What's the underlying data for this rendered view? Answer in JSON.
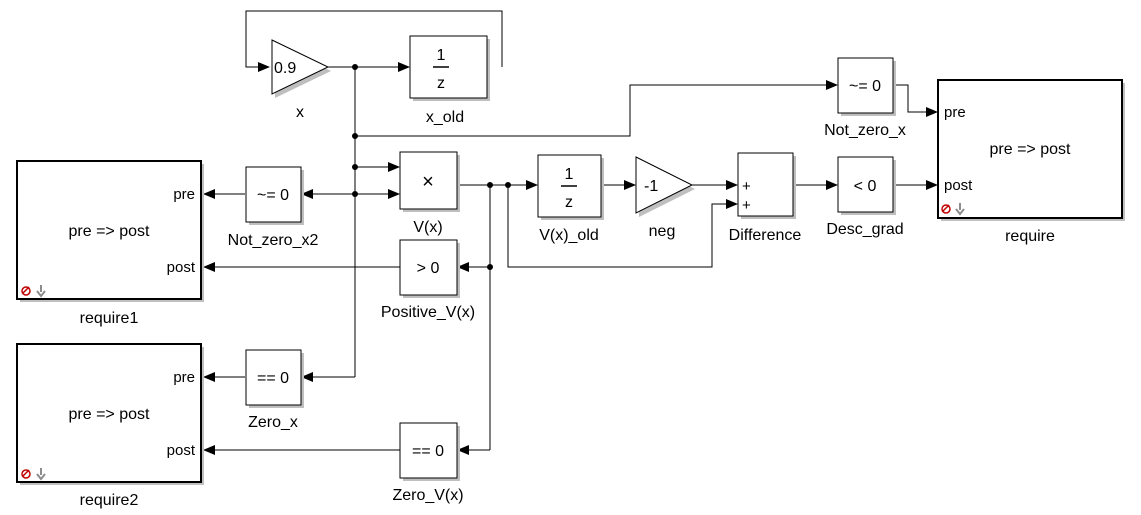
{
  "blocks": {
    "gain_x": {
      "value": "0.9",
      "label": "x"
    },
    "delay_x_old": {
      "numerator": "1",
      "denominator": "z",
      "label": "x_old"
    },
    "product_vx": {
      "symbol": "×",
      "label": "V(x)"
    },
    "delay_vx_old": {
      "numerator": "1",
      "denominator": "z",
      "label": "V(x)_old"
    },
    "gain_neg": {
      "value": "-1",
      "label": "neg"
    },
    "sum_difference": {
      "sign_top": "+",
      "sign_bottom": "+",
      "label": "Difference"
    },
    "cmp_desc_grad": {
      "text": "< 0",
      "label": "Desc_grad"
    },
    "cmp_not_zero_x": {
      "text": "~= 0",
      "label": "Not_zero_x"
    },
    "cmp_not_zero_x2": {
      "text": "~= 0",
      "label": "Not_zero_x2"
    },
    "cmp_positive_vx": {
      "text": "> 0",
      "label": "Positive_V(x)"
    },
    "cmp_zero_x": {
      "text": "== 0",
      "label": "Zero_x"
    },
    "cmp_zero_vx": {
      "text": "== 0",
      "label": "Zero_V(x)"
    }
  },
  "subsystems": {
    "require": {
      "pre": "pre",
      "post": "post",
      "body": "pre => post",
      "label": "require"
    },
    "require1": {
      "pre": "pre",
      "post": "post",
      "body": "pre => post",
      "label": "require1"
    },
    "require2": {
      "pre": "pre",
      "post": "post",
      "body": "pre => post",
      "label": "require2"
    }
  }
}
